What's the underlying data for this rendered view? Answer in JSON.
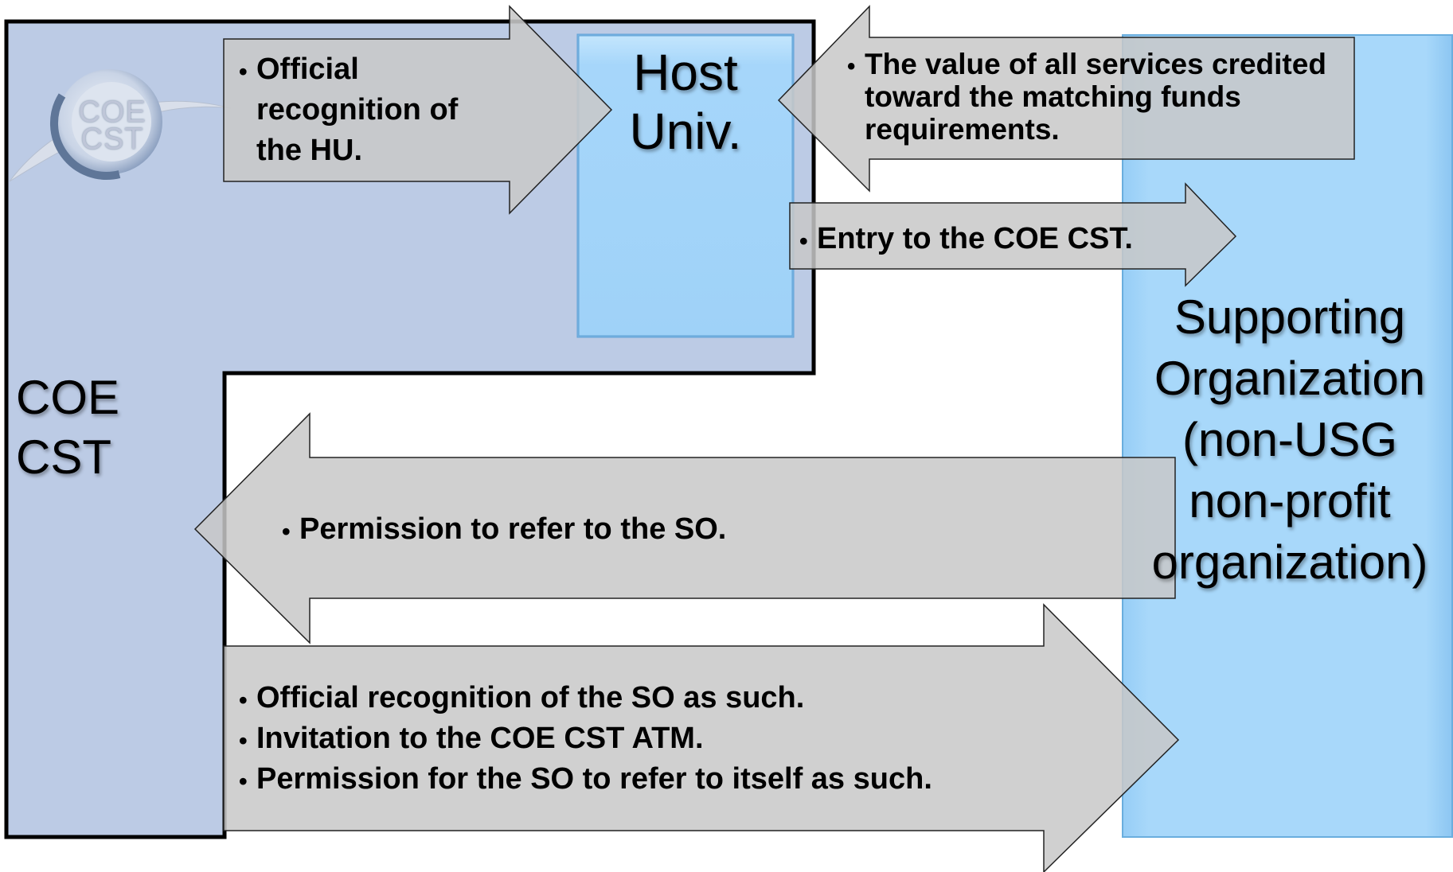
{
  "logo": {
    "line1": "COE",
    "line2": "CST"
  },
  "coe_cst": {
    "line1": "COE",
    "line2": "CST"
  },
  "host_univ": {
    "line1": "Host",
    "line2": "Univ."
  },
  "supporting_org": {
    "lines": [
      "Supporting",
      "Organization",
      "(non-USG",
      "non-profit",
      "organization)"
    ]
  },
  "arrows": {
    "coe_to_host": {
      "bullets": [
        "Official recognition of the HU."
      ]
    },
    "so_to_host": {
      "bullets": [
        "The value of all services credited toward the matching funds requirements."
      ]
    },
    "host_to_so": {
      "bullets": [
        "Entry to the COE CST."
      ]
    },
    "so_to_coe": {
      "bullets": [
        "Permission to refer to the SO."
      ]
    },
    "coe_to_so": {
      "bullets": [
        "Official recognition of the SO as such.",
        "Invitation to the COE CST ATM.",
        "Permission for the SO to refer to itself as such."
      ]
    }
  },
  "colors": {
    "coe_region": "#bccbe5",
    "blue_box": "#a8d8fa",
    "arrow_fill": "#c8c8c8",
    "border": "#000000"
  }
}
